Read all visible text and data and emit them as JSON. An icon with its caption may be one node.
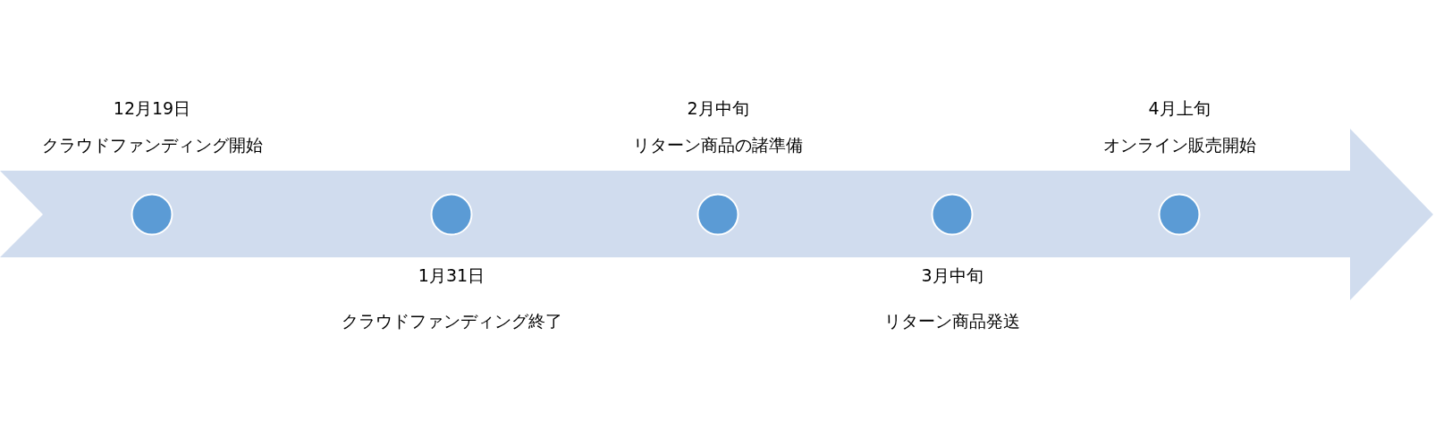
{
  "diagram": {
    "nodes": [
      {
        "text": [],
        "shape": "arrow"
      },
      {
        "text": [],
        "shape": "circle",
        "in": 0,
        "beside": [
          "12月19日",
          "クラウドファンディング開始"
        ]
      },
      {
        "text": [],
        "shape": "circle",
        "in": 0,
        "beside": [
          "1月31日",
          "クラウドファンディング終了"
        ]
      },
      {
        "text": [],
        "shape": "circle",
        "in": 0,
        "beside": [
          "2月中旬",
          "リターン商品の諸準備"
        ]
      },
      {
        "text": [],
        "shape": "circle",
        "in": 0,
        "beside": [
          "3月中旬",
          "リターン商品発送"
        ]
      },
      {
        "text": [],
        "shape": "circle",
        "in": 0,
        "beside": [
          "4月上旬",
          "オンライン販売開始"
        ]
      }
    ],
    "edges": []
  }
}
